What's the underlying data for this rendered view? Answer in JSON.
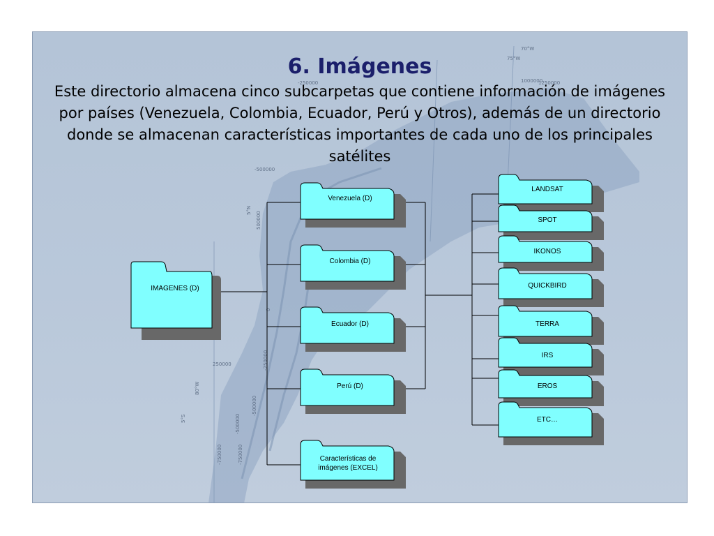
{
  "slide": {
    "title": "6. Imágenes",
    "description": "Este directorio almacena cinco subcarpetas que contiene información de imágenes por países (Venezuela, Colombia, Ecuador, Perú y Otros), además de un directorio donde se almacenan características importantes de cada uno de los principales satélites"
  },
  "map_labels": [
    "70°W",
    "75°W",
    "-250000",
    "1000000",
    "1250000",
    "-500000",
    "5°N",
    "500000",
    "250000",
    "0",
    "-250000",
    "-500000",
    "-750000",
    "80°W",
    "5°S",
    "-750000",
    "-500000"
  ],
  "folders": {
    "root": "IMAGENES (D)",
    "countries": [
      "Venezuela (D)",
      "Colombia (D)",
      "Ecuador (D)",
      "Perú (D)"
    ],
    "characteristics": [
      "Características de",
      "imágenes (EXCEL)"
    ],
    "satellites": [
      "LANDSAT",
      "SPOT",
      "IKONOS",
      "QUICKBIRD",
      "TERRA",
      "IRS",
      "EROS",
      "ETC…"
    ]
  },
  "colors": {
    "folder_fill": "#80ffff",
    "folder_shadow": "#686868",
    "line": "#000000",
    "title": "#1b1f6b",
    "background": "#b8c7d9"
  }
}
